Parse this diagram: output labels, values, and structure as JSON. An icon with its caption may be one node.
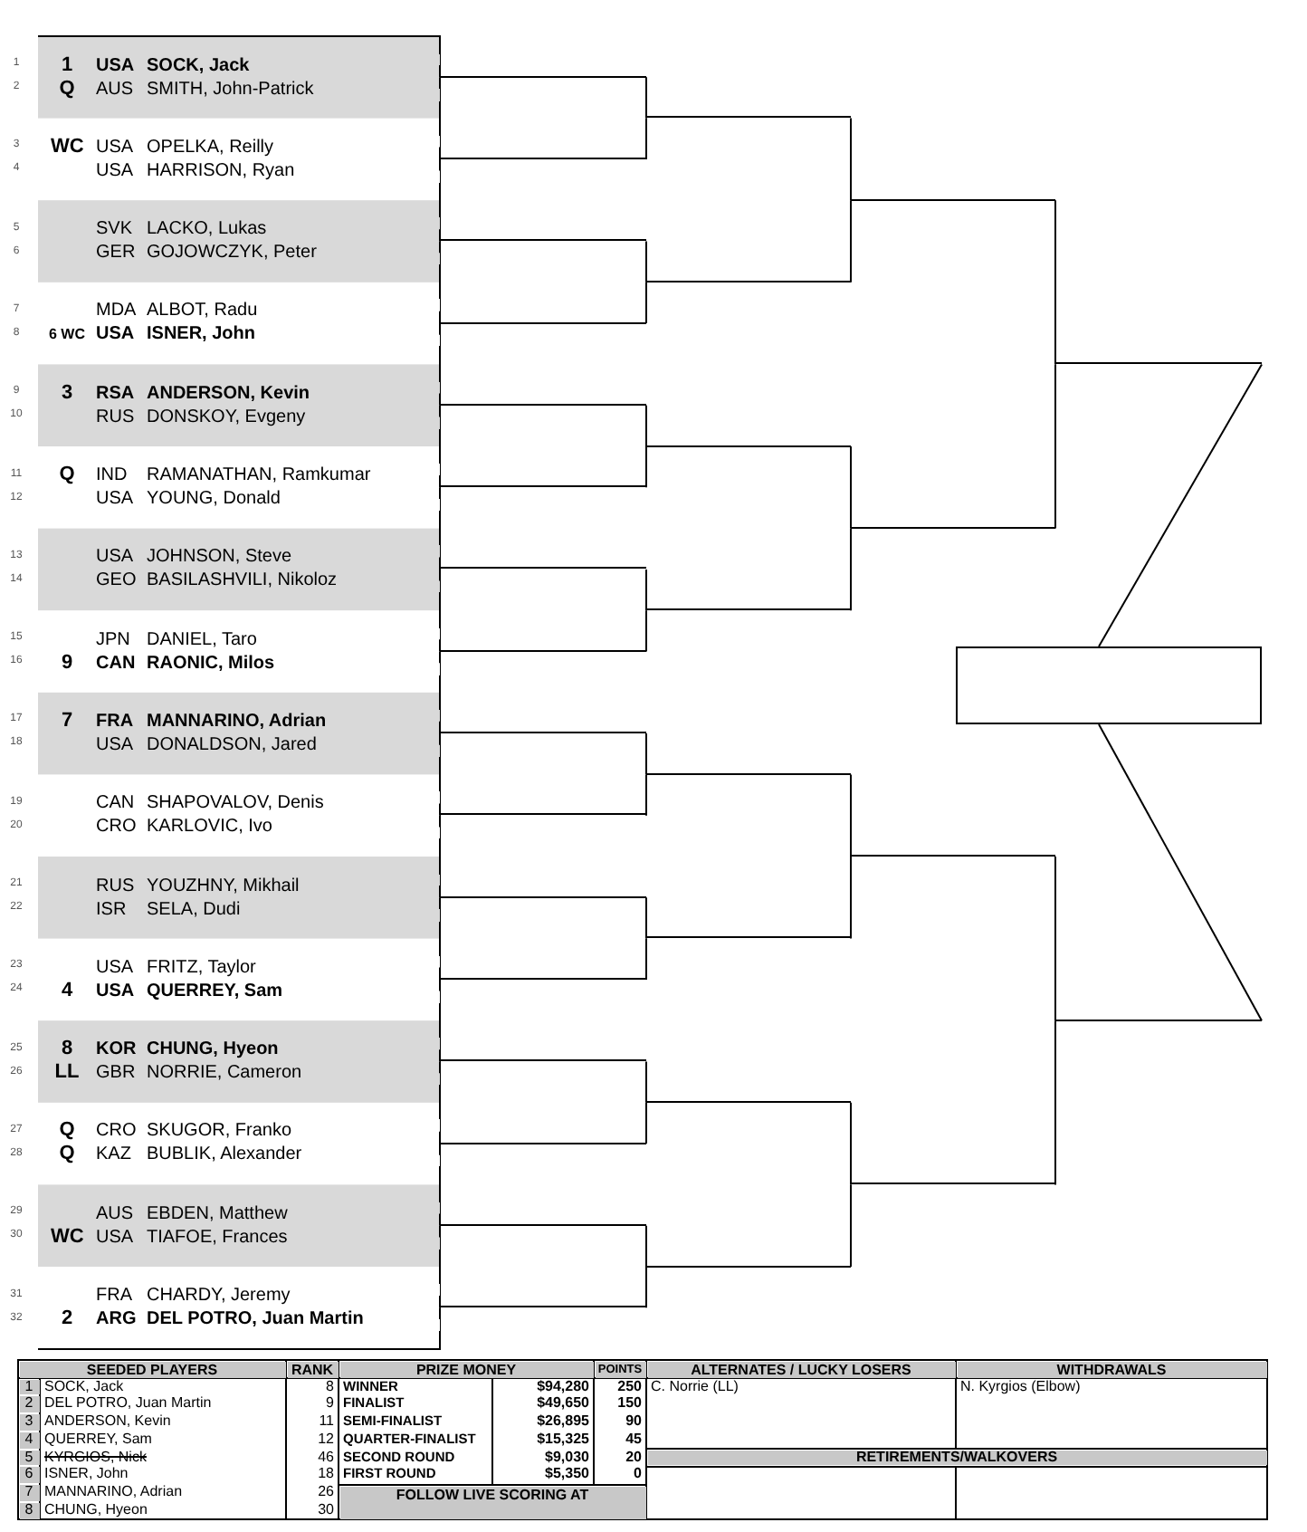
{
  "diagram": {
    "nodes": [
      {
        "text": [
          "1",
          "USA",
          "SOCK, Jack"
        ],
        "beside": [
          "1"
        ]
      },
      {
        "text": [
          "Q",
          "AUS",
          "SMITH, John-Patrick"
        ],
        "beside": [
          "2"
        ]
      },
      {
        "text": [
          "WC",
          "USA",
          "OPELKA, Reilly"
        ],
        "beside": [
          "3"
        ]
      },
      {
        "text": [
          "USA",
          "HARRISON, Ryan"
        ],
        "beside": [
          "4"
        ]
      },
      {
        "text": [
          "SVK",
          "LACKO, Lukas"
        ],
        "beside": [
          "5"
        ]
      },
      {
        "text": [
          "GER",
          "GOJOWCZYK, Peter"
        ],
        "beside": [
          "6"
        ]
      },
      {
        "text": [
          "MDA",
          "ALBOT, Radu"
        ],
        "beside": [
          "7"
        ]
      },
      {
        "text": [
          "6 WC",
          "USA",
          "ISNER, John"
        ],
        "beside": [
          "8"
        ]
      },
      {
        "text": [
          "3",
          "RSA",
          "ANDERSON, Kevin"
        ],
        "beside": [
          "9"
        ]
      },
      {
        "text": [
          "RUS",
          "DONSKOY, Evgeny"
        ],
        "beside": [
          "10"
        ]
      },
      {
        "text": [
          "Q",
          "IND",
          "RAMANATHAN, Ramkumar"
        ],
        "beside": [
          "11"
        ]
      },
      {
        "text": [
          "USA",
          "YOUNG, Donald"
        ],
        "beside": [
          "12"
        ]
      },
      {
        "text": [
          "USA",
          "JOHNSON, Steve"
        ],
        "beside": [
          "13"
        ]
      },
      {
        "text": [
          "GEO",
          "BASILASHVILI, Nikoloz"
        ],
        "beside": [
          "14"
        ]
      },
      {
        "text": [
          "JPN",
          "DANIEL, Taro"
        ],
        "beside": [
          "15"
        ]
      },
      {
        "text": [
          "9",
          "CAN",
          "RAONIC, Milos"
        ],
        "beside": [
          "16"
        ]
      },
      {
        "text": [
          "7",
          "FRA",
          "MANNARINO, Adrian"
        ],
        "beside": [
          "17"
        ]
      },
      {
        "text": [
          "USA",
          "DONALDSON, Jared"
        ],
        "beside": [
          "18"
        ]
      },
      {
        "text": [
          "CAN",
          "SHAPOVALOV, Denis"
        ],
        "beside": [
          "19"
        ]
      },
      {
        "text": [
          "CRO",
          "KARLOVIC, Ivo"
        ],
        "beside": [
          "20"
        ]
      },
      {
        "text": [
          "RUS",
          "YOUZHNY, Mikhail"
        ],
        "beside": [
          "21"
        ]
      },
      {
        "text": [
          "ISR",
          "SELA, Dudi"
        ],
        "beside": [
          "22"
        ]
      },
      {
        "text": [
          "USA",
          "FRITZ, Taylor"
        ],
        "beside": [
          "23"
        ]
      },
      {
        "text": [
          "4",
          "USA",
          "QUERREY, Sam"
        ],
        "beside": [
          "24"
        ]
      },
      {
        "text": [
          "8",
          "KOR",
          "CHUNG, Hyeon"
        ],
        "beside": [
          "25"
        ]
      },
      {
        "text": [
          "LL",
          "GBR",
          "NORRIE, Cameron"
        ],
        "beside": [
          "26"
        ]
      },
      {
        "text": [
          "Q",
          "CRO",
          "SKUGOR, Franko"
        ],
        "beside": [
          "27"
        ]
      },
      {
        "text": [
          "Q",
          "KAZ",
          "BUBLIK, Alexander"
        ],
        "beside": [
          "28"
        ]
      },
      {
        "text": [
          "AUS",
          "EBDEN, Matthew"
        ],
        "beside": [
          "29"
        ]
      },
      {
        "text": [
          "WC",
          "USA",
          "TIAFOE, Frances"
        ],
        "beside": [
          "30"
        ]
      },
      {
        "text": [
          "FRA",
          "CHARDY, Jeremy"
        ],
        "beside": [
          "31"
        ]
      },
      {
        "text": [
          "2",
          "ARG",
          "DEL POTRO, Juan Martin"
        ],
        "beside": [
          "32"
        ]
      },
      {
        "text": [],
        "shape": "line"
      },
      {
        "text": [],
        "shape": "line"
      },
      {
        "text": [],
        "shape": "line"
      },
      {
        "text": [],
        "shape": "line"
      },
      {
        "text": [],
        "shape": "line"
      },
      {
        "text": [],
        "shape": "line"
      },
      {
        "text": [],
        "shape": "line"
      },
      {
        "text": [],
        "shape": "line"
      },
      {
        "text": [],
        "shape": "line"
      },
      {
        "text": [],
        "shape": "line"
      },
      {
        "text": [],
        "shape": "line"
      },
      {
        "text": [],
        "shape": "line"
      },
      {
        "text": [],
        "shape": "line"
      },
      {
        "text": [],
        "shape": "line"
      },
      {
        "text": [],
        "shape": "line"
      },
      {
        "text": [],
        "shape": "line"
      },
      {
        "text": [],
        "shape": "line"
      },
      {
        "text": [],
        "shape": "line"
      },
      {
        "text": [],
        "shape": "line"
      },
      {
        "text": [],
        "shape": "line"
      },
      {
        "text": [],
        "shape": "line"
      },
      {
        "text": [],
        "shape": "line"
      },
      {
        "text": [],
        "shape": "line"
      },
      {
        "text": [],
        "shape": "line"
      },
      {
        "text": [],
        "shape": "line"
      },
      {
        "text": [],
        "shape": "line"
      },
      {
        "text": [],
        "shape": "line"
      },
      {
        "text": [],
        "shape": "line"
      },
      {
        "text": [],
        "shape": "line"
      },
      {
        "text": [],
        "shape": "line"
      },
      {
        "text": [],
        "shape": "box"
      }
    ],
    "edges": [
      {
        "from": 0,
        "to": 32,
        "arrow": "none"
      },
      {
        "from": 1,
        "to": 32,
        "arrow": "none"
      },
      {
        "from": 2,
        "to": 33,
        "arrow": "none"
      },
      {
        "from": 3,
        "to": 33,
        "arrow": "none"
      },
      {
        "from": 4,
        "to": 34,
        "arrow": "none"
      },
      {
        "from": 5,
        "to": 34,
        "arrow": "none"
      },
      {
        "from": 6,
        "to": 35,
        "arrow": "none"
      },
      {
        "from": 7,
        "to": 35,
        "arrow": "none"
      },
      {
        "from": 8,
        "to": 36,
        "arrow": "none"
      },
      {
        "from": 9,
        "to": 36,
        "arrow": "none"
      },
      {
        "from": 10,
        "to": 37,
        "arrow": "none"
      },
      {
        "from": 11,
        "to": 37,
        "arrow": "none"
      },
      {
        "from": 12,
        "to": 38,
        "arrow": "none"
      },
      {
        "from": 13,
        "to": 38,
        "arrow": "none"
      },
      {
        "from": 14,
        "to": 39,
        "arrow": "none"
      },
      {
        "from": 15,
        "to": 39,
        "arrow": "none"
      },
      {
        "from": 16,
        "to": 40,
        "arrow": "none"
      },
      {
        "from": 17,
        "to": 40,
        "arrow": "none"
      },
      {
        "from": 18,
        "to": 41,
        "arrow": "none"
      },
      {
        "from": 19,
        "to": 41,
        "arrow": "none"
      },
      {
        "from": 20,
        "to": 42,
        "arrow": "none"
      },
      {
        "from": 21,
        "to": 42,
        "arrow": "none"
      },
      {
        "from": 22,
        "to": 43,
        "arrow": "none"
      },
      {
        "from": 23,
        "to": 43,
        "arrow": "none"
      },
      {
        "from": 24,
        "to": 44,
        "arrow": "none"
      },
      {
        "from": 25,
        "to": 44,
        "arrow": "none"
      },
      {
        "from": 26,
        "to": 45,
        "arrow": "none"
      },
      {
        "from": 27,
        "to": 45,
        "arrow": "none"
      },
      {
        "from": 28,
        "to": 46,
        "arrow": "none"
      },
      {
        "from": 29,
        "to": 46,
        "arrow": "none"
      },
      {
        "from": 30,
        "to": 47,
        "arrow": "none"
      },
      {
        "from": 31,
        "to": 47,
        "arrow": "none"
      },
      {
        "from": 32,
        "to": 48,
        "arrow": "none"
      },
      {
        "from": 33,
        "to": 48,
        "arrow": "none"
      },
      {
        "from": 34,
        "to": 49,
        "arrow": "none"
      },
      {
        "from": 35,
        "to": 49,
        "arrow": "none"
      },
      {
        "from": 36,
        "to": 50,
        "arrow": "none"
      },
      {
        "from": 37,
        "to": 50,
        "arrow": "none"
      },
      {
        "from": 38,
        "to": 51,
        "arrow": "none"
      },
      {
        "from": 39,
        "to": 51,
        "arrow": "none"
      },
      {
        "from": 40,
        "to": 52,
        "arrow": "none"
      },
      {
        "from": 41,
        "to": 52,
        "arrow": "none"
      },
      {
        "from": 42,
        "to": 53,
        "arrow": "none"
      },
      {
        "from": 43,
        "to": 53,
        "arrow": "none"
      },
      {
        "from": 44,
        "to": 54,
        "arrow": "none"
      },
      {
        "from": 45,
        "to": 54,
        "arrow": "none"
      },
      {
        "from": 46,
        "to": 55,
        "arrow": "none"
      },
      {
        "from": 47,
        "to": 55,
        "arrow": "none"
      },
      {
        "from": 48,
        "to": 56,
        "arrow": "none"
      },
      {
        "from": 49,
        "to": 56,
        "arrow": "none"
      },
      {
        "from": 50,
        "to": 57,
        "arrow": "none"
      },
      {
        "from": 51,
        "to": 57,
        "arrow": "none"
      },
      {
        "from": 52,
        "to": 58,
        "arrow": "none"
      },
      {
        "from": 53,
        "to": 58,
        "arrow": "none"
      },
      {
        "from": 54,
        "to": 59,
        "arrow": "none"
      },
      {
        "from": 55,
        "to": 59,
        "arrow": "none"
      },
      {
        "from": 56,
        "to": 60,
        "arrow": "none"
      },
      {
        "from": 57,
        "to": 60,
        "arrow": "none"
      },
      {
        "from": 58,
        "to": 61,
        "arrow": "none"
      },
      {
        "from": 59,
        "to": 61,
        "arrow": "none"
      },
      {
        "from": 60,
        "to": 62,
        "arrow": "none"
      },
      {
        "from": 61,
        "to": 62,
        "arrow": "none"
      }
    ],
    "labels": [
      "SEEDED PLAYERS",
      "RANK",
      "PRIZE MONEY",
      "POINTS",
      "ALTERNATES / LUCKY LOSERS",
      "WITHDRAWALS",
      "1",
      "SOCK, Jack",
      "8",
      "WINNER",
      "$94,280",
      "250",
      "C. Norrie (LL)",
      "N. Kyrgios (Elbow)",
      "2",
      "DEL POTRO, Juan Martin",
      "9",
      "FINALIST",
      "$49,650",
      "150",
      "3",
      "ANDERSON, Kevin",
      "11",
      "SEMI-FINALIST",
      "$26,895",
      "90",
      "4",
      "QUERREY, Sam",
      "12",
      "QUARTER-FINALIST",
      "$15,325",
      "45",
      "5",
      "KYRGIOS, Nick",
      "46",
      "SECOND ROUND",
      "$9,030",
      "20",
      "RETIREMENTS/WALKOVERS",
      "6",
      "ISNER, John",
      "18",
      "FIRST ROUND",
      "$5,350",
      "0",
      "7",
      "MANNARINO, Adrian",
      "26",
      "FOLLOW LIVE SCORING AT",
      "8",
      "CHUNG, Hyeon",
      "30"
    ]
  }
}
